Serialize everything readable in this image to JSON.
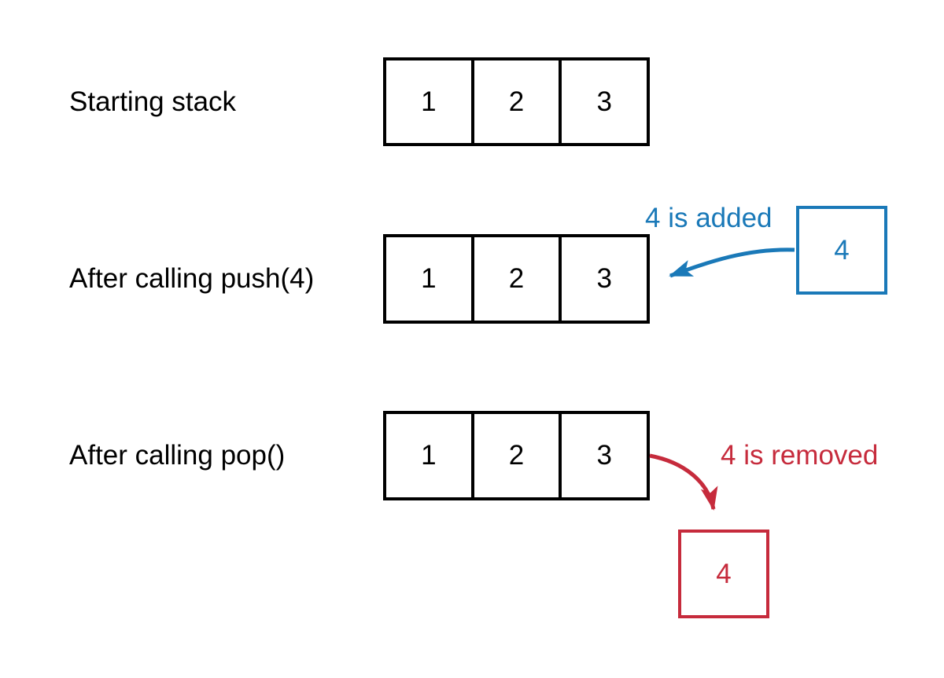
{
  "diagram": {
    "type": "stack-operations",
    "rows": [
      {
        "label": "Starting stack",
        "cells": [
          "1",
          "2",
          "3"
        ]
      },
      {
        "label": "After calling push(4)",
        "cells": [
          "1",
          "2",
          "3"
        ],
        "annotation": "4 is added",
        "value": "4"
      },
      {
        "label": "After calling pop()",
        "cells": [
          "1",
          "2",
          "3"
        ],
        "annotation": "4 is removed",
        "value": "4"
      }
    ],
    "colors": {
      "stack_border": "#000000",
      "text": "#000000",
      "push_accent": "#1a79b8",
      "pop_accent": "#c62b3c",
      "background": "#ffffff"
    }
  }
}
